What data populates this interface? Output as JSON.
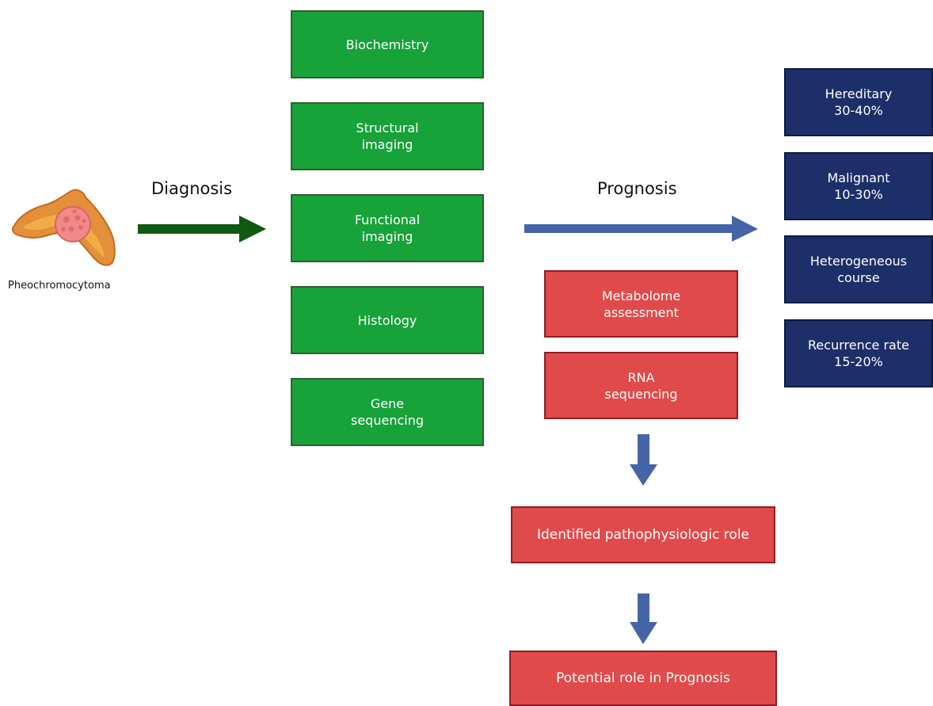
{
  "organ": {
    "icon": "adrenal-tumor-icon",
    "label": "Pheochromocytoma"
  },
  "diagnosis": {
    "label": "Diagnosis",
    "color": "#17a23a",
    "methods": [
      "Biochemistry",
      "Structural\nimaging",
      "Functional\nimaging",
      "Histology",
      "Gene\nsequencing"
    ]
  },
  "prognosis": {
    "label": "Prognosis",
    "color": "#1d2f68",
    "facts": [
      "Hereditary\n30-40%",
      "Malignant\n10-30%",
      "Heterogeneous\ncourse",
      "Recurrence rate\n15-20%"
    ]
  },
  "omics": {
    "color": "#e14a4a",
    "methods": [
      "Metabolome\nassessment",
      "RNA\nsequencing"
    ],
    "result": "Identified pathophysiologic role",
    "outcome": "Potential role in Prognosis"
  },
  "arrow_colors": {
    "diagnosis": "#0e5a12",
    "prognosis": "#4665a8"
  }
}
